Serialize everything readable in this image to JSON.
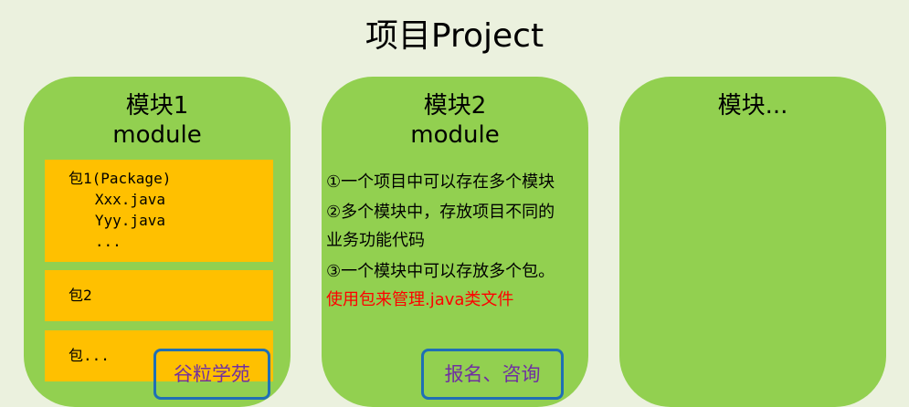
{
  "title": "项目Project",
  "modules": [
    {
      "name": "模块1",
      "subtitle": "module",
      "packages": [
        {
          "lines": [
            "包1(Package)",
            "   Xxx.java",
            "   Yyy.java",
            "   ..."
          ]
        },
        {
          "lines": [
            "包2"
          ]
        },
        {
          "lines": [
            "包..."
          ]
        }
      ]
    },
    {
      "name": "模块2",
      "subtitle": "module",
      "description": [
        "①一个项目中可以存在多个模块",
        "②多个模块中，存放项目不同的",
        "业务功能代码",
        "③一个模块中可以存放多个包。"
      ],
      "highlight": "使用包来管理.java类文件"
    },
    {
      "name": "模块..."
    }
  ],
  "callouts": [
    "谷粒学苑",
    "报名、咨询"
  ],
  "colors": {
    "background": "#ebf1de",
    "module": "#92d050",
    "package": "#ffc000",
    "highlight": "#ff0000",
    "callout_border": "#1f6fb5",
    "callout_text": "#7030a0"
  }
}
